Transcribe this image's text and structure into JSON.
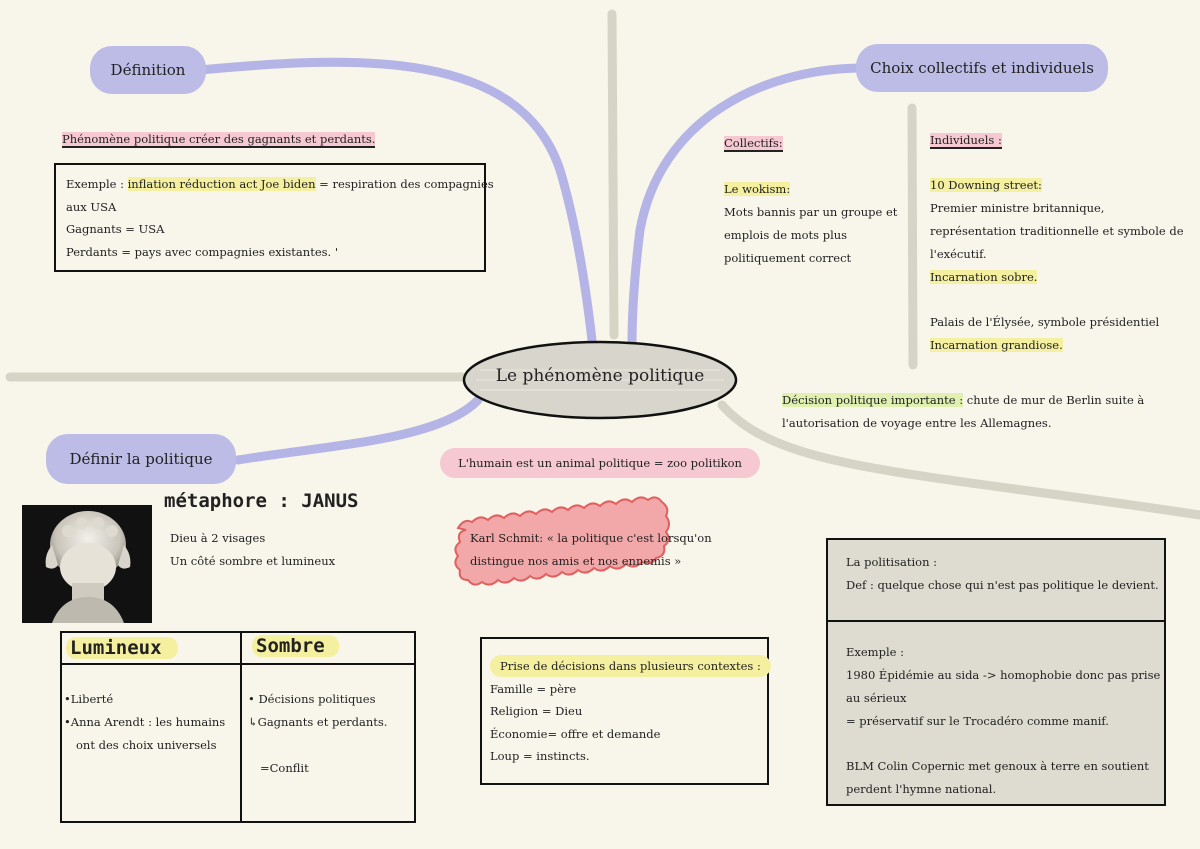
{
  "center": {
    "title": "Le phénomène politique"
  },
  "definition": {
    "label": "Définition",
    "subtitle": "Phénomène politique créer des gagnants et perdants.",
    "example_lines": [
      "Exemple : inflation réduction act Joe biden = respiration des compagnies",
      "aux USA",
      "Gagnants = USA",
      "Perdants = pays avec compagnies existantes. '"
    ],
    "example_highlight": "inflation réduction act Joe biden"
  },
  "choix": {
    "label": "Choix collectifs et individuels",
    "collectifs": {
      "heading": "Collectifs:",
      "item_title": "Le wokism:",
      "lines": [
        "Mots bannis par un groupe et",
        "emplois de mots plus",
        "politiquement correct"
      ]
    },
    "individuels": {
      "heading": "Individuels :",
      "item_title": "10 Downing street:",
      "lines": [
        "Premier ministre britannique,",
        "représentation traditionnelle et symbole de",
        "l'exécutif."
      ],
      "sobre": "Incarnation sobre.",
      "elysee": "Palais de l'Élysée, symbole présidentiel",
      "grandiose": "Incarnation grandiose."
    }
  },
  "decision": {
    "highlight": "Décision politique importante :",
    "text1": " chute de mur de Berlin suite à",
    "text2": "l'autorisation de voyage entre les Allemagnes."
  },
  "definir": {
    "label": "Définir la politique",
    "metaphore": "métaphore : JANUS",
    "lines": [
      "Dieu à 2 visages",
      "Un côté sombre et lumineux"
    ]
  },
  "table": {
    "col1_title": "Lumineux",
    "col2_title": "Sombre",
    "col1_items": [
      "Liberté",
      "Anna Arendt : les humains",
      "ont des choix universels"
    ],
    "col2_items": [
      "Décisions politiques",
      "Gagnants et perdants.",
      "=Conflit"
    ]
  },
  "humain": {
    "text": "L'humain est un animal politique = zoo politikon"
  },
  "schmit": {
    "lines": [
      "Karl Schmit: « la politique c'est lorsqu'on",
      "distingue nos amis et nos ennemis »"
    ]
  },
  "prise": {
    "title": "Prise de décisions dans plusieurs contextes :",
    "lines": [
      "Famille = père",
      "Religion = Dieu",
      "Économie= offre et demande",
      "Loup = instincts."
    ]
  },
  "politisation": {
    "lines1": [
      "La politisation :",
      "Def : quelque chose qui n'est pas politique le devient."
    ],
    "lines2": [
      "Exemple :",
      "1980 Épidémie au sida -> homophobie donc pas prise",
      "au sérieux",
      "= préservatif sur le Trocadéro comme manif.",
      "",
      "BLM Colin Copernic met genoux à terre en soutient",
      "perdent l'hymne national."
    ]
  },
  "colors": {
    "branch_purple": "#b4b4e6",
    "branch_grey": "#d6d4c6",
    "center_fill": "#d8d6cc",
    "pink": "#f6c9d2",
    "yellow": "#f5f0a0"
  }
}
